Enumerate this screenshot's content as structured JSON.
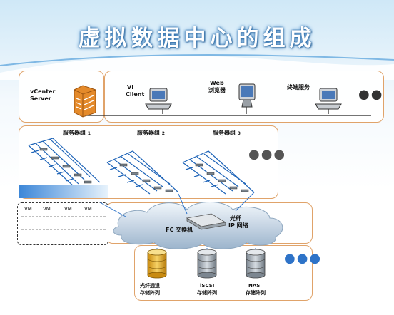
{
  "title": "虚拟数据中心的组成",
  "top_row": {
    "vcenter": {
      "line1": "vCenter",
      "line2": "Server",
      "icon": "server-icon"
    },
    "vi_client": {
      "line1": "VI",
      "line2": "Client",
      "icon": "monitor-icon"
    },
    "web": {
      "line1": "Web",
      "line2": "浏览器",
      "icon": "monitor-icon"
    },
    "terminal": {
      "label": "终端服务",
      "icon": "monitor-icon"
    },
    "more": "●●"
  },
  "server_groups": [
    {
      "label": "服务器组",
      "number": "1"
    },
    {
      "label": "服务器组",
      "number": "2"
    },
    {
      "label": "服务器组",
      "number": "3"
    }
  ],
  "server_more": "●●●",
  "vm_labels": [
    "VM",
    "VM",
    "VM",
    "VM"
  ],
  "network": {
    "fc_switch": "FC 交换机",
    "ip_line1": "光纤",
    "ip_line2": "IP 网络"
  },
  "storage": [
    {
      "line1": "光纤通道",
      "line2": "存储阵列",
      "color": "#e8b020"
    },
    {
      "line1": "iSCSI",
      "line2": "存储阵列",
      "color": "#9aa4ad"
    },
    {
      "line1": "NAS",
      "line2": "存储阵列",
      "color": "#9aa4ad"
    }
  ],
  "storage_more": "●●●",
  "colors": {
    "box_border": "#e0a36a",
    "accent_blue": "#2e73c8",
    "title_glow": "#2f6ea7"
  }
}
